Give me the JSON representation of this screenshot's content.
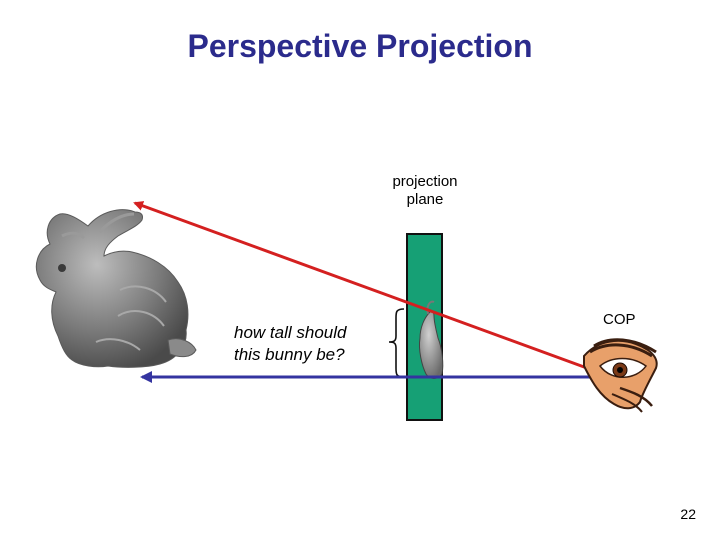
{
  "slide": {
    "title": "Perspective Projection",
    "projection_label_line1": "projection",
    "projection_label_line2": "plane",
    "cop_label": "COP",
    "question_line1": "how tall should",
    "question_line2": "this bunny be?",
    "page_number": "22"
  },
  "colors": {
    "title": "#2b2b8c",
    "ray": "#d42020",
    "axis": "#3434a0",
    "plane": "#16a075",
    "bunny": "#7d7d7d"
  }
}
